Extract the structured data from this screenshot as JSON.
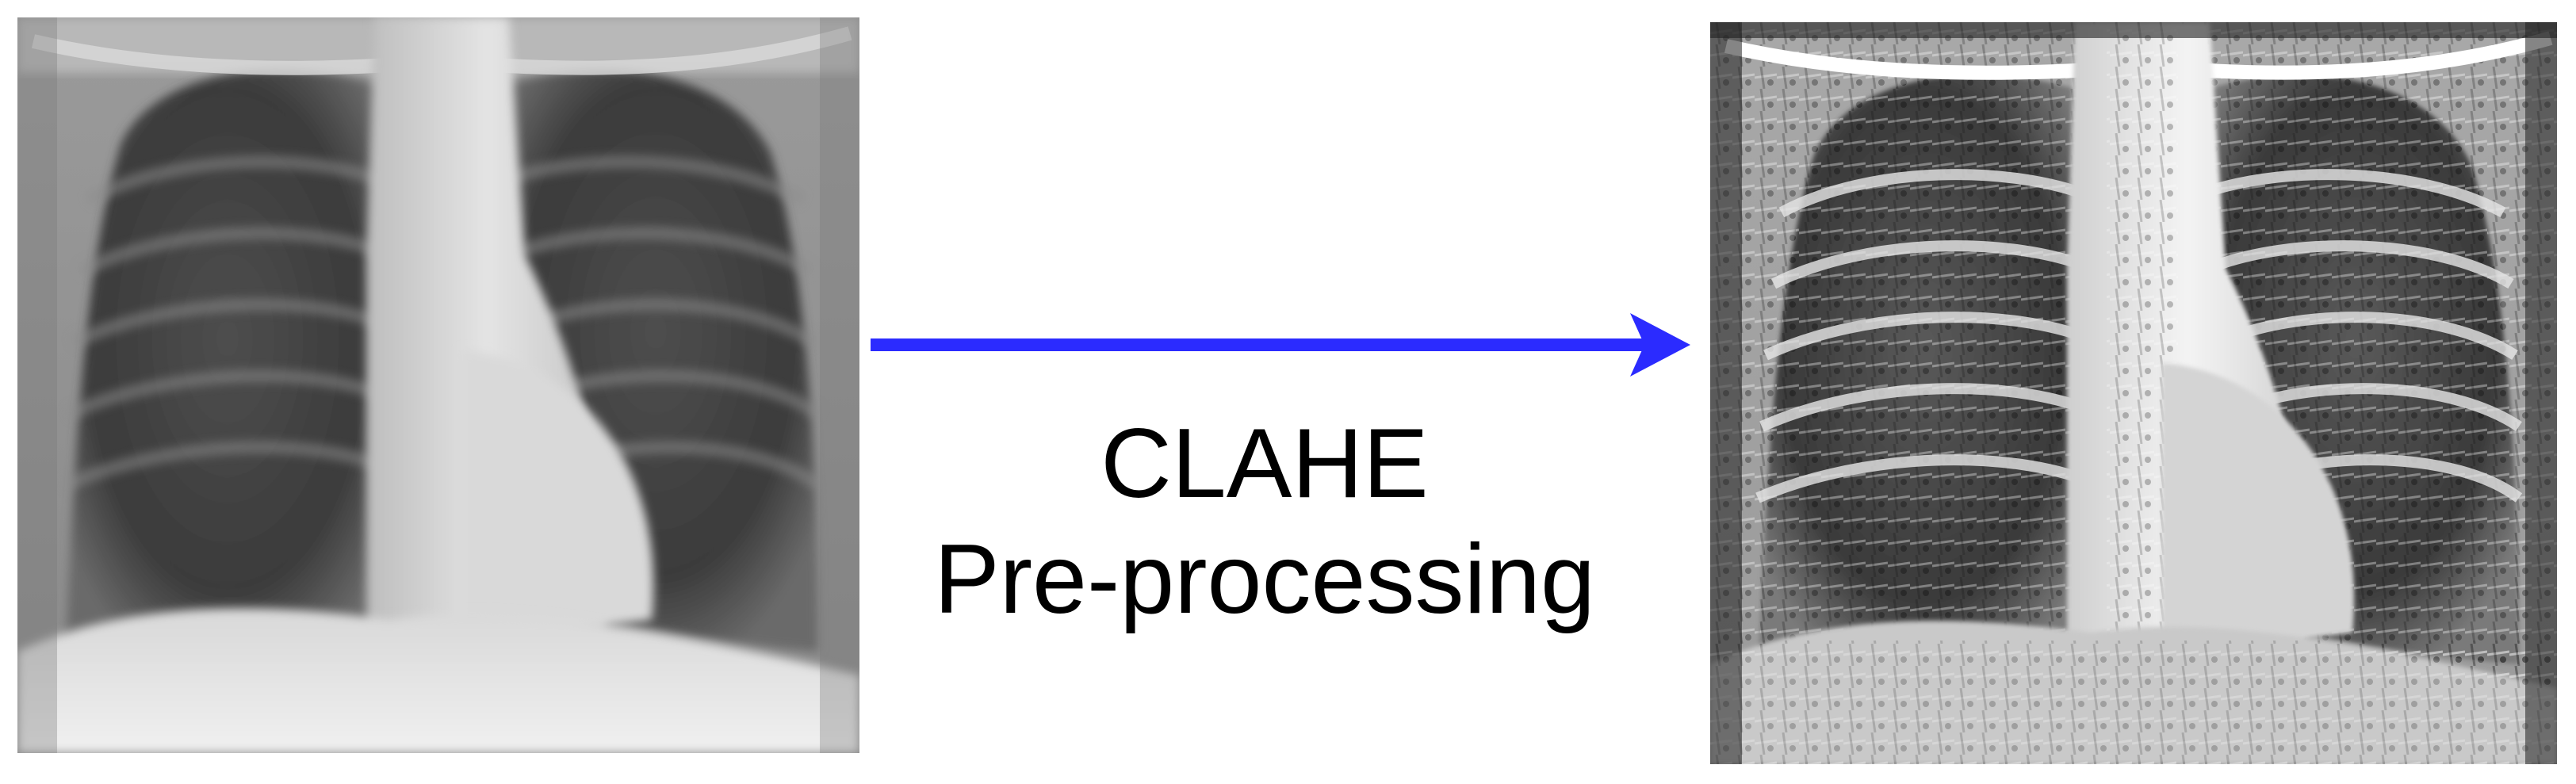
{
  "figure": {
    "arrow_color": "#2b2bff",
    "caption": {
      "line1": "CLAHE",
      "line2": "Pre-processing"
    },
    "images": {
      "original": {
        "description_icon": "chest-xray-image",
        "tone": "smooth grayscale"
      },
      "processed": {
        "description_icon": "chest-xray-image",
        "tone": "high-contrast grayscale"
      }
    }
  }
}
